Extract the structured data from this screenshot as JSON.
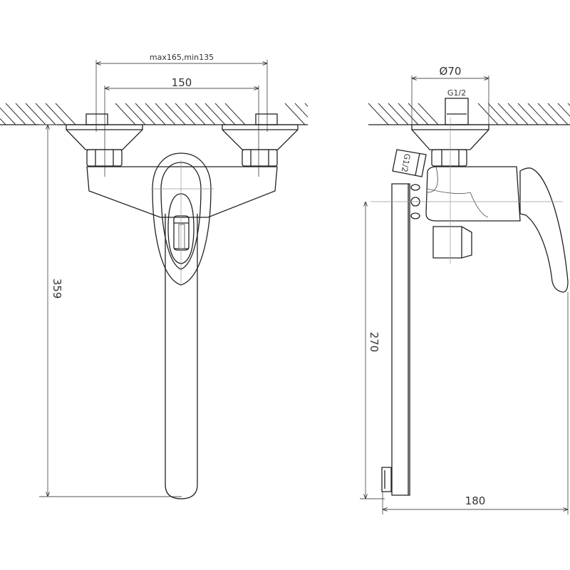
{
  "front_view": {
    "dim_spacing_range": "max165,min135",
    "dim_spacing": "150",
    "dim_height": "359"
  },
  "side_view": {
    "dim_flange_diameter": "Ø70",
    "dim_inlet_thread": "G1/2",
    "dim_outlet_thread": "G1/2",
    "dim_spout_height": "270",
    "dim_projection": "180"
  }
}
